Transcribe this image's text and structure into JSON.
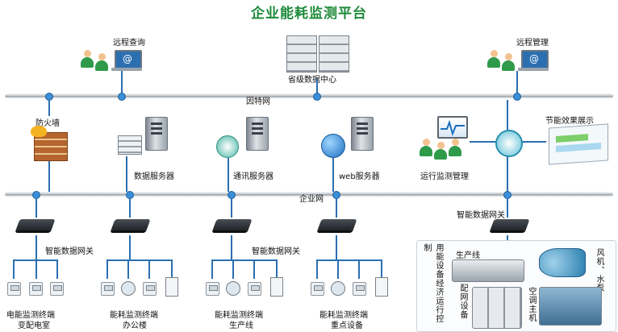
{
  "title": "企业能耗监测平台",
  "top": {
    "remote_query": "远程查询",
    "provincial_center": "省级数据中心",
    "remote_manage": "远程管理"
  },
  "buses": {
    "internet": "因特网",
    "enterprise": "企业网"
  },
  "middle": {
    "firewall": "防火墙",
    "data_server": "数据服务器",
    "comm_server": "通讯服务器",
    "web_server": "web服务器",
    "ops_monitor": "运行监测管理",
    "effect_display": "节能效果展示"
  },
  "gateways": {
    "label_a": "智能数据网关",
    "label_b": "智能数据网关",
    "label_c": "智能数据网关"
  },
  "terminals": [
    {
      "name": "电能监测终端",
      "site": "变配电室"
    },
    {
      "name": "能耗监测终端",
      "site": "办公楼"
    },
    {
      "name": "能耗监测终端",
      "site": "生产线"
    },
    {
      "name": "能耗监测终端",
      "site": "重点设备"
    }
  ],
  "equipment": {
    "vertical_label": "用能设备经济运行控制",
    "production_line": "生产线",
    "distribution": "配网设备",
    "fan_pump": "风机、水泵",
    "ac_host": "空调主机"
  },
  "colors": {
    "title": "#1d8a3a",
    "link": "#2b6fb0"
  }
}
